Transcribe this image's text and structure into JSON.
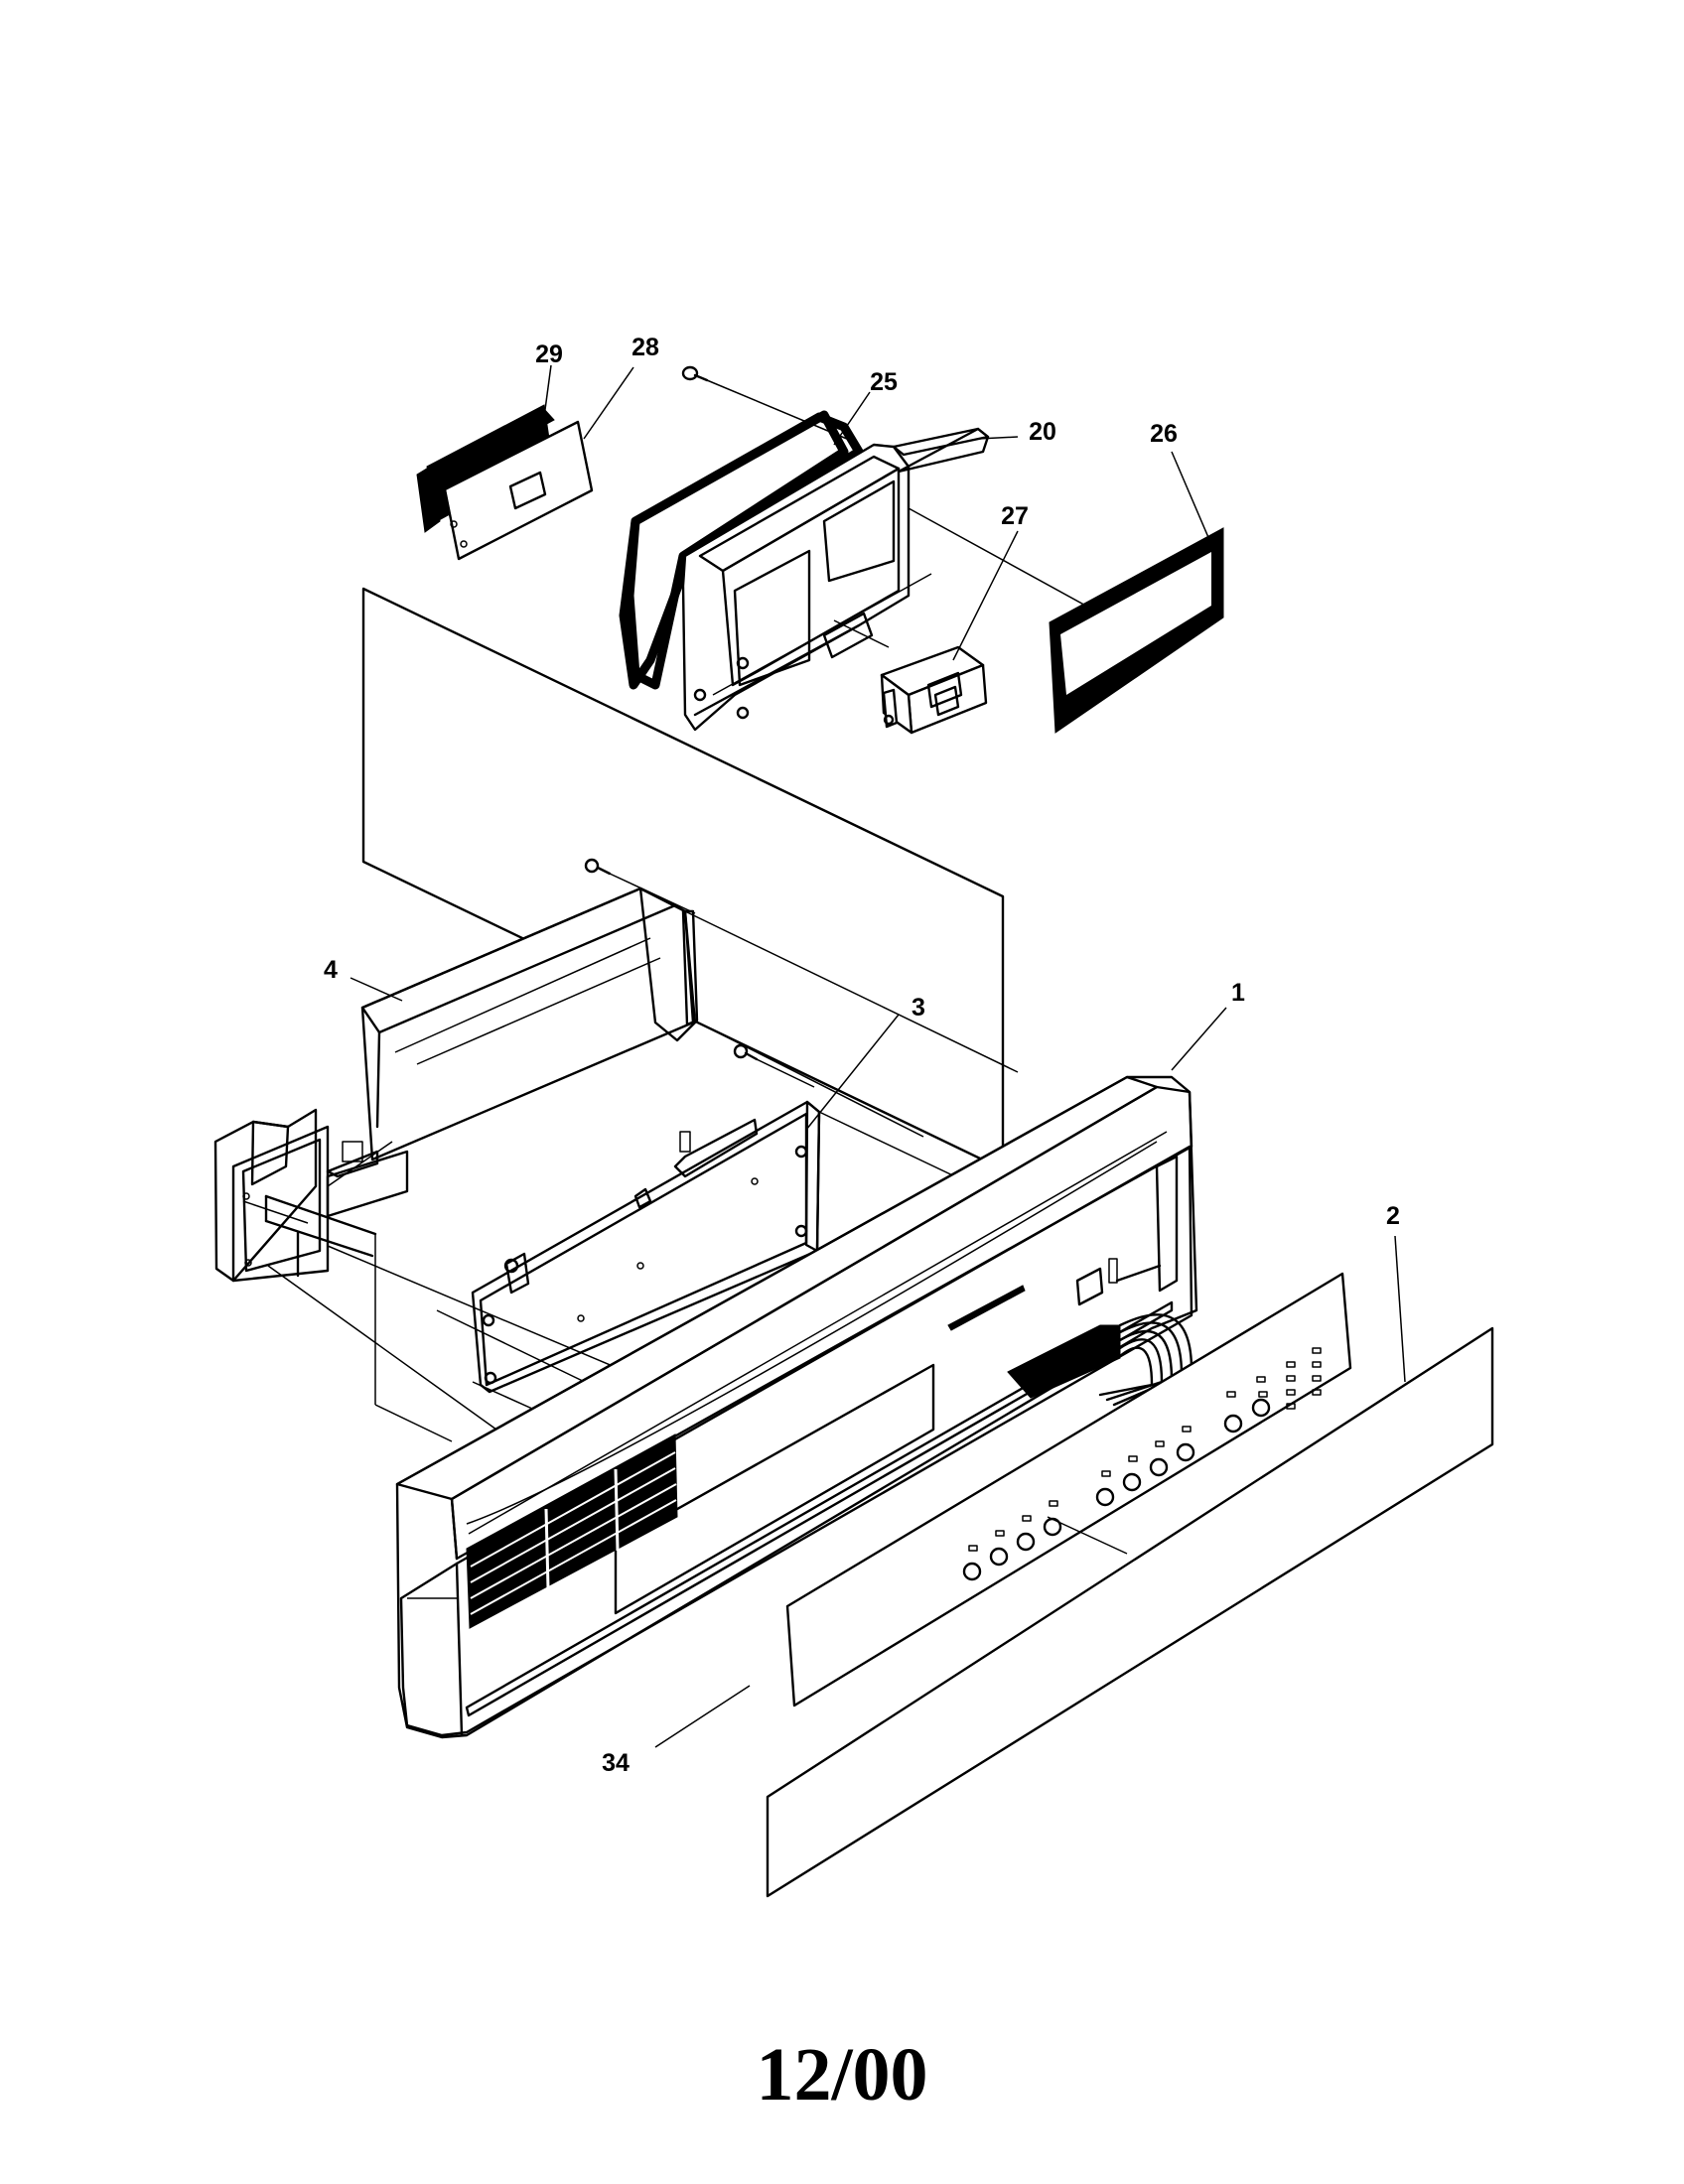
{
  "diagram": {
    "part_labels": {
      "p29": "29",
      "p28": "28",
      "p25": "25",
      "p20": "20",
      "p26": "26",
      "p27": "27",
      "p4": "4",
      "p3": "3",
      "p1": "1",
      "p2": "2",
      "p34": "34"
    },
    "footer": "12/00"
  }
}
